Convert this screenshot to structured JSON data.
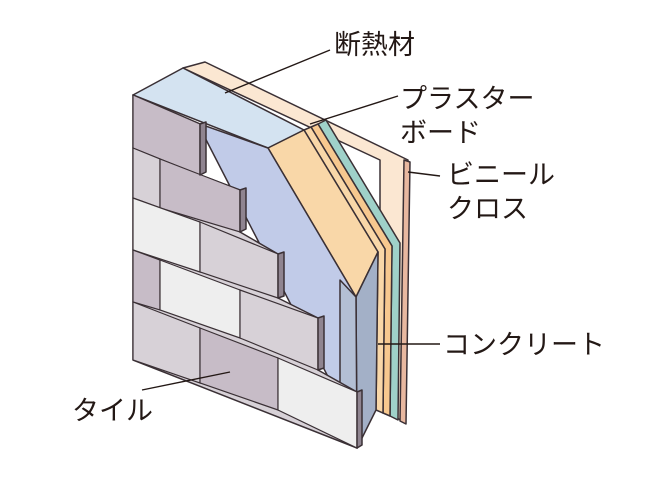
{
  "diagram": {
    "labels": {
      "insulation": "断熱材",
      "plasterboard_line1": "プラスター",
      "plasterboard_line2": "ボード",
      "vinyl_cloth_line1": "ビニール",
      "vinyl_cloth_line2": "クロス",
      "concrete": "コンクリート",
      "tile": "タイル"
    },
    "colors": {
      "outline": "#3a3035",
      "tile_grey": "#d7d1d7",
      "tile_mauve": "#c7bcc7",
      "tile_light": "#eeeeee",
      "insulation": "#c1cbe8",
      "insulation_top": "#d4e3f1",
      "plasterboard": "#f9d7a8",
      "plasterboard_top": "#f7c88f",
      "vinyl_cloth": "#fbe7d2",
      "teal_layer": "#9fd1c9",
      "concrete": "#a3b0c7",
      "text": "#231815"
    }
  }
}
